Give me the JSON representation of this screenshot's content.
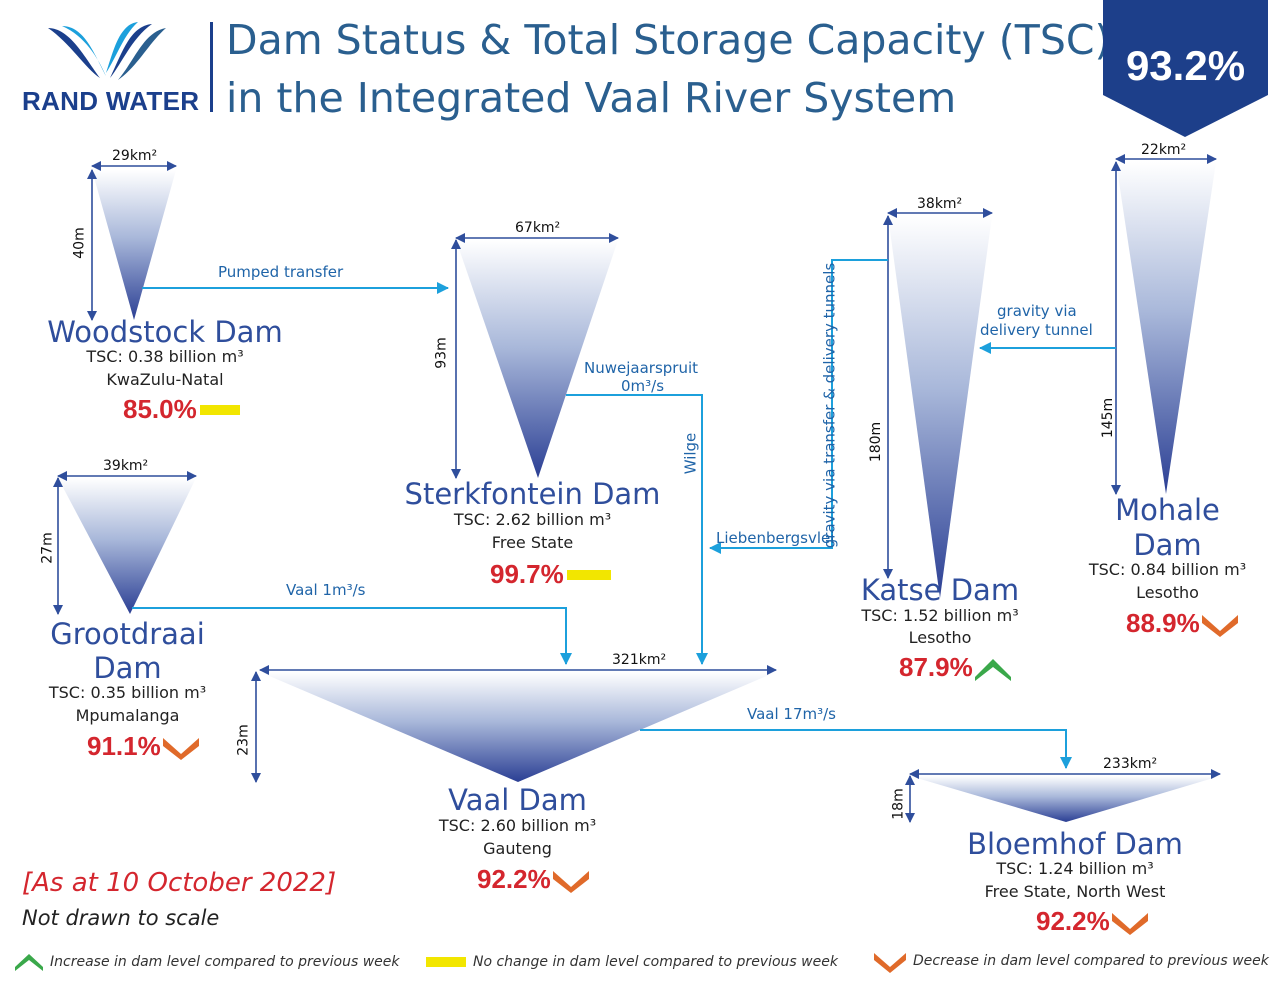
{
  "brand": {
    "name": "RAND WATER"
  },
  "title": {
    "line1": "Dam Status & Total Storage Capacity (TSC)",
    "line2": "in the Integrated Vaal River System"
  },
  "total_percent": "93.2%",
  "colors": {
    "brand_blue": "#1d3f8a",
    "title_blue": "#2a5f8f",
    "flow_cyan": "#1ca0dc",
    "pct_red": "#d4262e",
    "increase_green": "#3aa84a",
    "no_change_yellow": "#f2e600",
    "decrease_orange": "#e06a2a"
  },
  "dams": {
    "woodstock": {
      "name": "Woodstock Dam",
      "tsc": "TSC: 0.38 billion m³",
      "region": "KwaZulu-Natal",
      "percent": "85.0%",
      "trend": "no-change",
      "area": "29km²",
      "depth": "40m"
    },
    "sterkfontein": {
      "name": "Sterkfontein Dam",
      "tsc": "TSC: 2.62 billion m³",
      "region": "Free State",
      "percent": "99.7%",
      "trend": "no-change",
      "area": "67km²",
      "depth": "93m"
    },
    "grootdraai": {
      "name_line1": "Grootdraai",
      "name_line2": "Dam",
      "tsc": "TSC: 0.35 billion m³",
      "region": "Mpumalanga",
      "percent": "91.1%",
      "trend": "decrease",
      "area": "39km²",
      "depth": "27m"
    },
    "vaal": {
      "name": "Vaal Dam",
      "tsc": "TSC: 2.60 billion m³",
      "region": "Gauteng",
      "percent": "92.2%",
      "trend": "decrease",
      "area": "321km²",
      "depth": "23m"
    },
    "katse": {
      "name": "Katse Dam",
      "tsc": "TSC: 1.52 billion m³",
      "region": "Lesotho",
      "percent": "87.9%",
      "trend": "increase",
      "area": "38km²",
      "depth": "180m"
    },
    "mohale": {
      "name_line1": "Mohale",
      "name_line2": "Dam",
      "tsc": "TSC: 0.84 billion m³",
      "region": "Lesotho",
      "percent": "88.9%",
      "trend": "decrease",
      "area": "22km²",
      "depth": "145m"
    },
    "bloemhof": {
      "name": "Bloemhof Dam",
      "tsc": "TSC: 1.24 billion m³",
      "region": "Free State, North West",
      "percent": "92.2%",
      "trend": "decrease",
      "area": "233km²",
      "depth": "18m"
    }
  },
  "flows": {
    "pumped": "Pumped transfer",
    "nuwejaarspruit": "Nuwejaarspruit",
    "nuwejaarspruit_rate": "0m³/s",
    "wilge": "Wilge",
    "liebenbergsvlei": "Liebenbergsvlei",
    "gravity_tunnels": "gravity via transfer & delivery tunnels",
    "gravity_tunnel_line1": "gravity via",
    "gravity_tunnel_line2": "delivery tunnel",
    "vaal_in": "Vaal  1m³/s",
    "vaal_out": "Vaal 17m³/s"
  },
  "date": "[As at 10 October 2022]",
  "note": "Not drawn to scale",
  "legend": {
    "increase": "Increase in dam level compared to previous week",
    "no_change": "No change in dam level compared to previous week",
    "decrease": "Decrease in dam level compared to previous week"
  }
}
